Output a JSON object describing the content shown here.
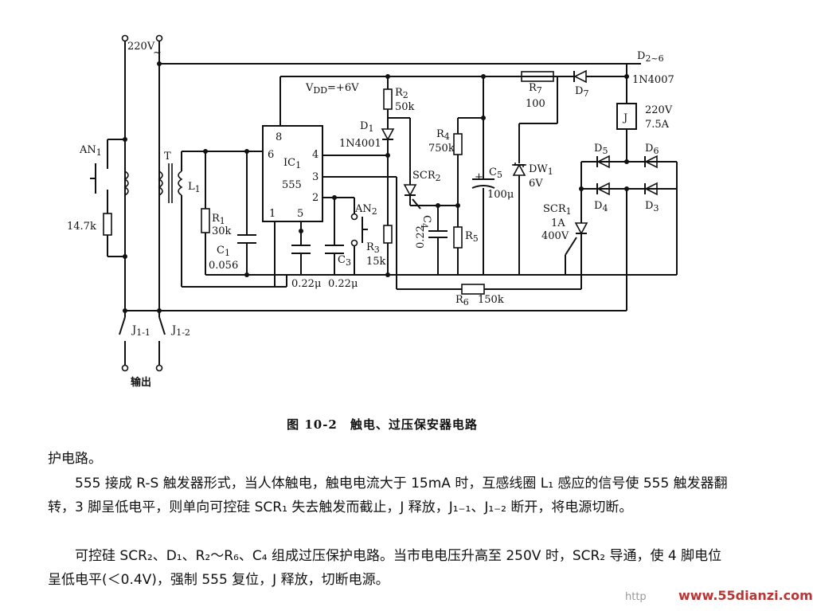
{
  "labels": {
    "v220": "220V",
    "tilde": "~",
    "an1": "AN",
    "an1_sub": "1",
    "r_147k": "14.7k",
    "t": "T",
    "l1": "L",
    "l1_sub": "1",
    "r1": "R",
    "r1_sub": "1",
    "r1_val": "30k",
    "c1": "C",
    "c1_sub": "1",
    "c1_val": "0.056",
    "vdd": "V",
    "vdd_sub": "DD",
    "vdd_val": "=+6V",
    "ic_pin8": "8",
    "ic_pin6": "6",
    "ic_pin4": "4",
    "ic_pin3": "3",
    "ic_pin2": "2",
    "ic_pin1": "1",
    "ic_pin5": "5",
    "ic_name": "IC",
    "ic_sub": "1",
    "ic_type": "555",
    "c3": "C",
    "c3_sub": "3",
    "c_022a": "0.22μ",
    "c_022b": "0.22μ",
    "r2": "R",
    "r2_sub": "2",
    "r2_val": "50k",
    "d1": "D",
    "d1_sub": "1",
    "d1_type": "1N4001",
    "an2": "AN",
    "an2_sub": "2",
    "r3": "R",
    "r3_sub": "3",
    "r3_val": "15k",
    "scr2": "SCR",
    "scr2_sub": "2",
    "c4": "C",
    "c4_sub": "4",
    "c4_val": "0.22",
    "r4": "R",
    "r4_sub": "4",
    "r4_val": "750k",
    "r5": "R",
    "r5_sub": "5",
    "c5": "C",
    "c5_sub": "5",
    "c5_val": "100μ",
    "r7": "R",
    "r7_sub": "7",
    "r7_val": "100",
    "dw1": "DW",
    "dw1_sub": "1",
    "dw1_val": "6V",
    "d7": "D",
    "d7_sub": "7",
    "d26": "D",
    "d26_sub": "2~6",
    "d26_type": "1N4007",
    "j": "J",
    "j_v": "220V",
    "j_a": "7.5A",
    "d5": "D",
    "d5_sub": "5",
    "d6": "D",
    "d6_sub": "6",
    "d4": "D",
    "d4_sub": "4",
    "d3": "D",
    "d3_sub": "3",
    "scr1": "SCR",
    "scr1_sub": "1",
    "scr1_a": "1A",
    "scr1_v": "400V",
    "r6": "R",
    "r6_sub": "6",
    "r6_val": "150k",
    "j11": "J",
    "j11_sub": "1-1",
    "j12": "J",
    "j12_sub": "1-2",
    "output": "输出"
  },
  "caption": "图 10-2　触电、过压保安器电路",
  "paragraphs": [
    "护电路。",
    "555 接成 R-S 触发器形式，当人体触电，触电电流大于 15mA 时，互感线圈 L₁ 感应的信号使 555 触发器翻转，3 脚呈低电平，则单向可控硅 SCR₁ 失去触发而截止，J 释放，J₁₋₁、J₁₋₂ 断开，将电源切断。",
    "可控硅 SCR₂、D₁、R₂～R₆、C₄ 组成过压保护电路。当市电电压升高至 250V 时，SCR₂ 导通，使 4 脚电位呈低电平(＜0.4V)，强制 555 复位，J 释放，切断电源。"
  ],
  "watermark": {
    "left": "http",
    "right": "www.55dianzi.com"
  }
}
